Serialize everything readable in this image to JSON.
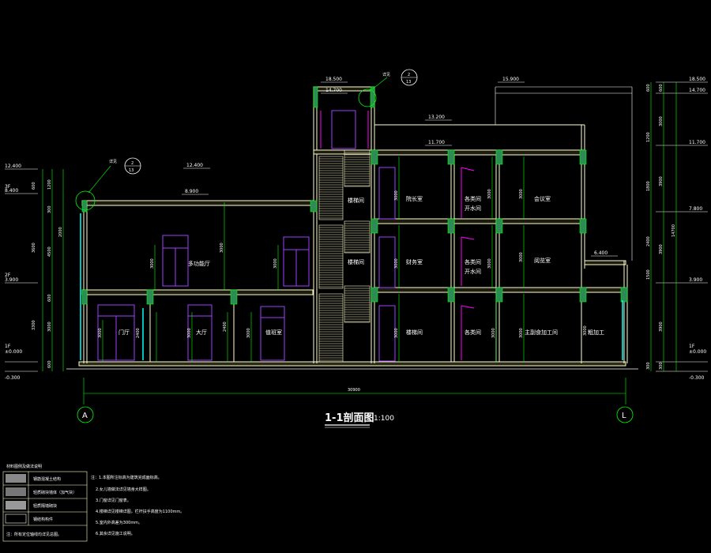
{
  "drawing": {
    "title": "1-1剖面图",
    "scale": "1:100",
    "total_length": "30900",
    "axis_left": "A",
    "axis_right": "L"
  },
  "left_levels": [
    {
      "name": "",
      "value": "12.400"
    },
    {
      "name": "3F",
      "value": "8.400"
    },
    {
      "name": "2F",
      "value": "3.900"
    },
    {
      "name": "1F",
      "value": "±0.000"
    },
    {
      "name": "",
      "value": "-0.300"
    }
  ],
  "left_dims_outer": [
    "600",
    "1200",
    "3600",
    "4500",
    "3300"
  ],
  "left_dims_inner": [
    "600",
    "300",
    "2000",
    "600",
    "3000"
  ],
  "right_levels": [
    {
      "name": "",
      "value": "18.500"
    },
    {
      "name": "",
      "value": "14.700"
    },
    {
      "name": "",
      "value": "11.700"
    },
    {
      "name": "",
      "value": "7.800"
    },
    {
      "name": "",
      "value": "3.900"
    },
    {
      "name": "1F",
      "value": "±0.000"
    },
    {
      "name": "",
      "value": "-0.300"
    }
  ],
  "right_dims_outer": [
    "600",
    "3000",
    "3900",
    "3900",
    "3900",
    "300"
  ],
  "right_dims_inner": [
    "600",
    "1200",
    "1800",
    "2400",
    "1500",
    "300"
  ],
  "right_total": "14700",
  "top_levels": [
    {
      "value": "18.500"
    },
    {
      "value": "14.700"
    },
    {
      "value": "15.900"
    },
    {
      "value": "13.200"
    },
    {
      "value": "11.700"
    },
    {
      "value": "12.400"
    },
    {
      "value": "8.900"
    },
    {
      "value": "6.400"
    }
  ],
  "detail_callouts": [
    {
      "label": "详见",
      "num": "2",
      "sheet": "13"
    },
    {
      "label": "详见",
      "num": "2",
      "sheet": "13"
    }
  ],
  "rooms": [
    {
      "label": "多功能厅"
    },
    {
      "label": "门厅"
    },
    {
      "label": "大厅"
    },
    {
      "label": "值班室"
    },
    {
      "label": "楼梯间"
    },
    {
      "label": "楼梯间"
    },
    {
      "label": "楼梯间"
    },
    {
      "label": "院长室"
    },
    {
      "label": "财务室"
    },
    {
      "label": "各类间"
    },
    {
      "label": "开水间"
    },
    {
      "label": "各类间"
    },
    {
      "label": "开水间"
    },
    {
      "label": "各类间"
    },
    {
      "label": "会议室"
    },
    {
      "label": "阅览室"
    },
    {
      "label": "主副食加工间"
    },
    {
      "label": "粗加工"
    }
  ],
  "room_dims": [
    "3000",
    "3000",
    "3000",
    "3000",
    "2400",
    "3000",
    "2400",
    "3000",
    "3000",
    "3000",
    "3000",
    "3000",
    "3000",
    "3000",
    "3000",
    "3000",
    "3000",
    "3000"
  ],
  "legend": {
    "title": "材料图例及做法说明",
    "items": [
      "钢筋混凝土结构",
      "轻质砌块墙体（加气块）",
      "轻质隔墙砌块",
      "钢结构构件"
    ],
    "footer": "注：所有定位轴线均详见总图。"
  },
  "notes": [
    "注：1.本图所注标高为建筑完成面标高。",
    "2.女儿墙做法详见墙身大样图。",
    "3.门窗详见门窗表。",
    "4.楼梯详见楼梯详图，栏杆扶手高度为1100mm。",
    "5.室内外高差为300mm。",
    "6.其余详见施工说明。"
  ],
  "colors": {
    "structure": "#ffffcc",
    "green": "#00ff00",
    "magenta": "#ff00ff",
    "purple": "#a040ff",
    "cyan": "#00ffff",
    "white": "#ffffff"
  }
}
